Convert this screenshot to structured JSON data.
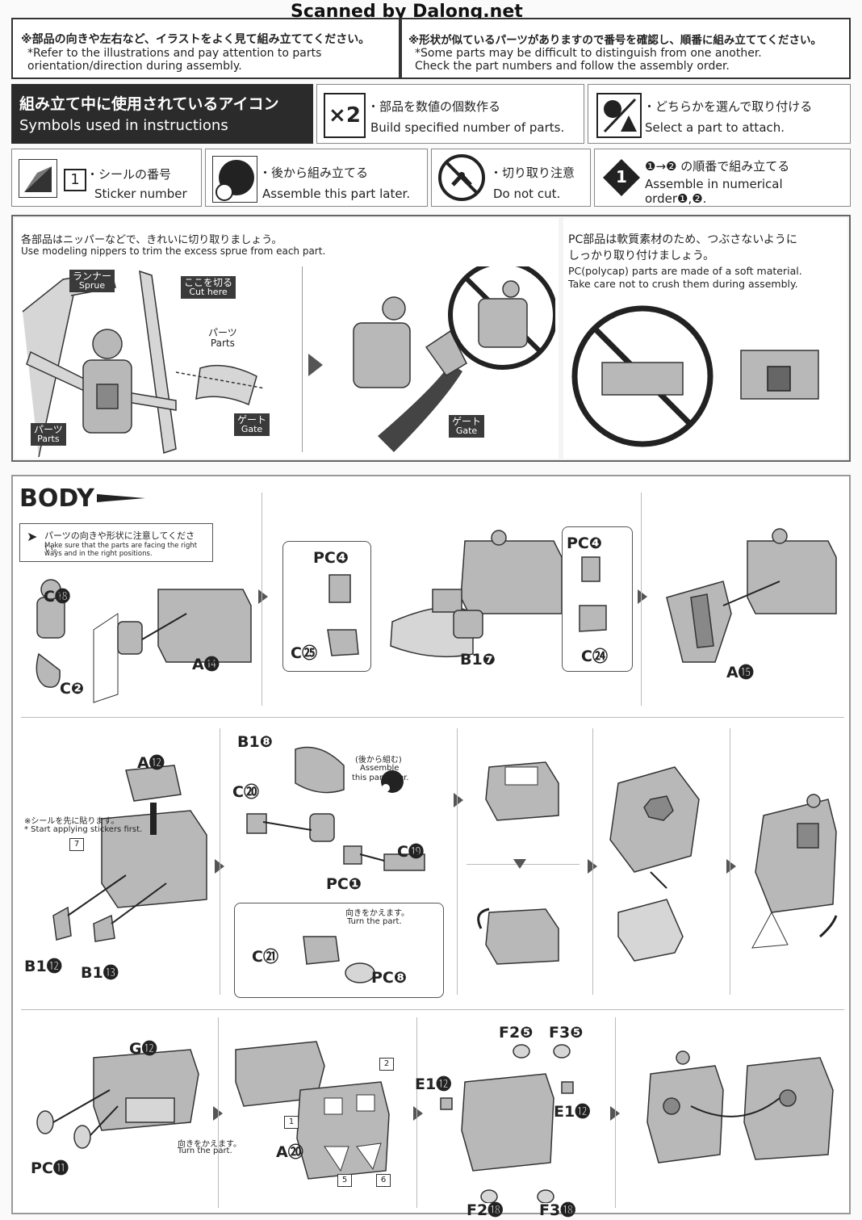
{
  "watermark": "Scanned by Dalong.net",
  "notes": {
    "left_jp": "※部品の向きや左右など、イラストをよく見て組み立ててください。",
    "left_en1": "*Refer to the illustrations and pay attention to parts",
    "left_en2": "orientation/direction during assembly.",
    "right_jp": "※形状が似ているパーツがありますので番号を確認し、順番に組み立ててください。",
    "right_en1": "*Some parts may be difficult to distinguish from one another.",
    "right_en2": "Check the part numbers and follow the assembly order."
  },
  "icons_header": {
    "jp": "組み立て中に使用されているアイコン",
    "en": "Symbols used in instructions"
  },
  "icons": {
    "x2_symbol": "×2",
    "x2_jp": "・部品を数値の個数作る",
    "x2_en": "Build specified number of parts.",
    "select_jp": "・どちらかを選んで取り付ける",
    "select_en": "Select a part to attach.",
    "sticker_num": "1",
    "sticker_jp": "・シールの番号",
    "sticker_en": "Sticker number",
    "later_jp": "・後から組み立てる",
    "later_en": "Assemble this part later.",
    "nocut_jp": "・切り取り注意",
    "nocut_en": "Do not cut.",
    "order_num": "1",
    "order_jp": "❶→❷ の順番で組み立てる",
    "order_en1": "Assemble in numerical",
    "order_en2": "order❶,❷."
  },
  "cutting": {
    "jp": "各部品はニッパーなどで、きれいに切り取りましょう。",
    "en": "Use modeling nippers to trim the excess sprue from each part.",
    "runner_jp": "ランナー",
    "runner_en": "Sprue",
    "cut_jp": "ここを切る",
    "cut_en": "Cut here",
    "parts_jp": "パーツ",
    "parts_en": "Parts",
    "gate_jp": "ゲート",
    "gate_en": "Gate",
    "parts_jp2": "パーツ",
    "parts_en2": "Parts",
    "gate_jp2": "ゲート",
    "gate_en2": "Gate"
  },
  "pc_note": {
    "jp1": "PC部品は軟質素材のため、つぶさないように",
    "jp2": "しっかり取り付けましょう。",
    "en1": "PC(polycap) parts are made of a soft material.",
    "en2": "Take care not to crush them during assembly."
  },
  "body": {
    "title": "BODY",
    "caution_jp": "パーツの向きや形状に注意してください。",
    "caution_en1": "Make sure that the parts are facing the right",
    "caution_en2": "ways and in the right positions.",
    "step1": {
      "c18": "C⓲",
      "c2": "C❷",
      "a14": "A⓮"
    },
    "step2": {
      "pc4a": "PC❹",
      "c25": "C㉕",
      "b17": "B1❼",
      "pc4b": "PC❹",
      "c24": "C㉔"
    },
    "step3": {
      "a15": "A⓯"
    },
    "step4": {
      "a12": "A⓬",
      "sticker_first_jp": "※シールを先に貼ります。",
      "sticker_first_en": "* Start applying stickers first.",
      "stk7": "7",
      "b112": "B1⓬",
      "b113": "B1⓭"
    },
    "step5": {
      "b18": "B1❽",
      "c20": "C⑳",
      "later_jp": "(後から組む)",
      "later_en1": "Assemble",
      "later_en2": "this part later.",
      "c19": "C⓳",
      "pc1": "PC❶",
      "turn_jp": "向きをかえます。",
      "turn_en": "Turn the part.",
      "c21": "C㉑",
      "pc8": "PC❽"
    },
    "step8": {
      "g12": "G⓬",
      "pc11": "PC⓫",
      "turn_jp": "向きをかえます。",
      "turn_en": "Turn the part."
    },
    "step9": {
      "stk2": "2",
      "stk1": "1",
      "a20": "A⑳",
      "stk5": "5",
      "stk6": "6"
    },
    "step10": {
      "f25": "F2❺",
      "f35": "F3❺",
      "e112a": "E1⓬",
      "e112b": "E1⓬",
      "f218": "F2⓲",
      "f318": "F3⓲"
    }
  }
}
